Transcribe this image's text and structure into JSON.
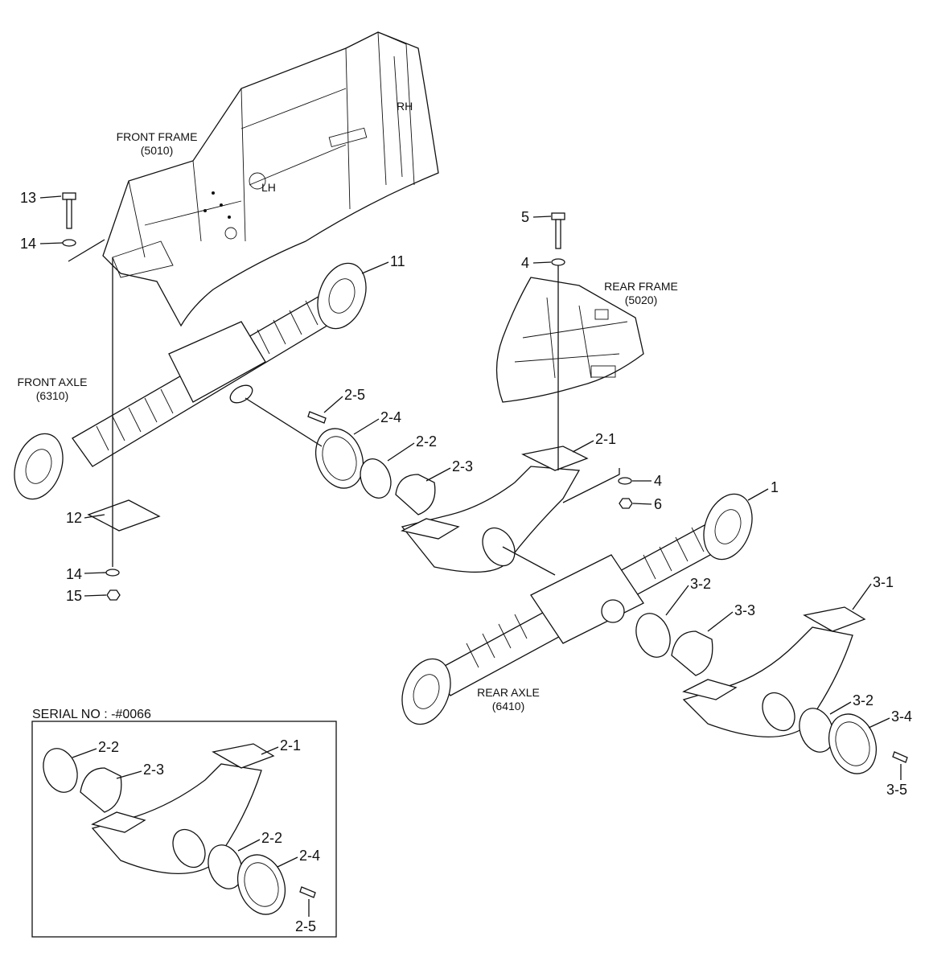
{
  "captions": {
    "front_frame": [
      "FRONT FRAME",
      "(5010)"
    ],
    "rear_frame": [
      "REAR FRAME",
      "(5020)"
    ],
    "front_axle": [
      "FRONT AXLE",
      "(6310)"
    ],
    "rear_axle": [
      "REAR AXLE",
      "(6410)"
    ],
    "frame_marks": [
      "RH",
      "LH"
    ]
  },
  "callouts": {
    "c13": "13",
    "c14a": "14",
    "c12": "12",
    "c14b": "14",
    "c15": "15",
    "c11": "11",
    "c5": "5",
    "c4a": "4",
    "c2_5": "2-5",
    "c2_4": "2-4",
    "c2_2": "2-2",
    "c2_3": "2-3",
    "c2_1": "2-1",
    "c4b": "4",
    "c6": "6",
    "c1": "1",
    "c3_2a": "3-2",
    "c3_3": "3-3",
    "c3_1": "3-1",
    "c3_2b": "3-2",
    "c3_4": "3-4",
    "c3_5": "3-5"
  },
  "inset": {
    "title": "SERIAL NO : -#0066",
    "callouts": {
      "i2_2a": "2-2",
      "i2_3": "2-3",
      "i2_1": "2-1",
      "i2_2b": "2-2",
      "i2_4": "2-4",
      "i2_5": "2-5"
    }
  }
}
